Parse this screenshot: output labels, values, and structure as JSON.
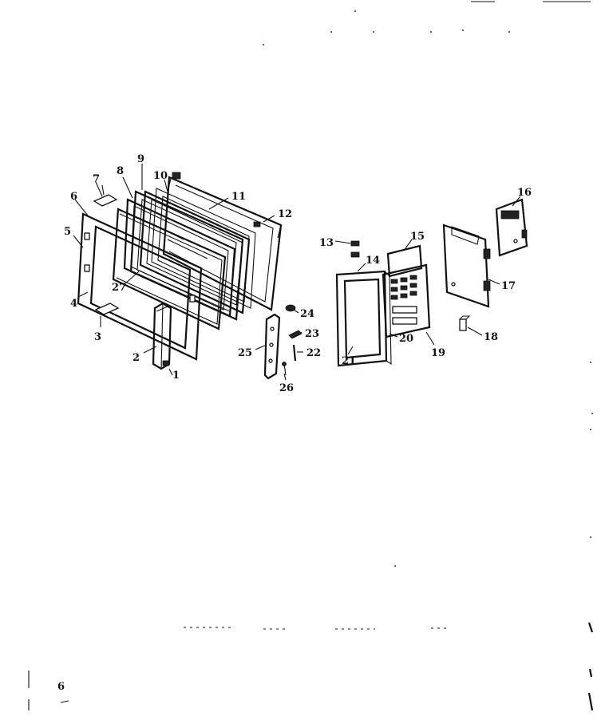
{
  "page_number": "6",
  "callouts": [
    {
      "id": "c1",
      "text": "1"
    },
    {
      "id": "c2",
      "text": "2"
    },
    {
      "id": "c3",
      "text": "3"
    },
    {
      "id": "c4",
      "text": "4"
    },
    {
      "id": "c5",
      "text": "5"
    },
    {
      "id": "c6",
      "text": "6"
    },
    {
      "id": "c7",
      "text": "7"
    },
    {
      "id": "c8",
      "text": "8"
    },
    {
      "id": "c9",
      "text": "9"
    },
    {
      "id": "c10",
      "text": "10"
    },
    {
      "id": "c11",
      "text": "11"
    },
    {
      "id": "c12",
      "text": "12"
    },
    {
      "id": "c13",
      "text": "13"
    },
    {
      "id": "c14",
      "text": "14"
    },
    {
      "id": "c15",
      "text": "15"
    },
    {
      "id": "c16",
      "text": "16"
    },
    {
      "id": "c17",
      "text": "17"
    },
    {
      "id": "c18",
      "text": "18"
    },
    {
      "id": "c19",
      "text": "19"
    },
    {
      "id": "c20",
      "text": "20"
    },
    {
      "id": "c21",
      "text": "21"
    },
    {
      "id": "c22",
      "text": "22"
    },
    {
      "id": "c23",
      "text": "23"
    },
    {
      "id": "c24",
      "text": "24"
    },
    {
      "id": "c25",
      "text": "25"
    },
    {
      "id": "c26",
      "text": "26"
    },
    {
      "id": "c27",
      "text": "27"
    }
  ],
  "colors": {
    "ink": "#111111",
    "paper": "#ffffff"
  }
}
